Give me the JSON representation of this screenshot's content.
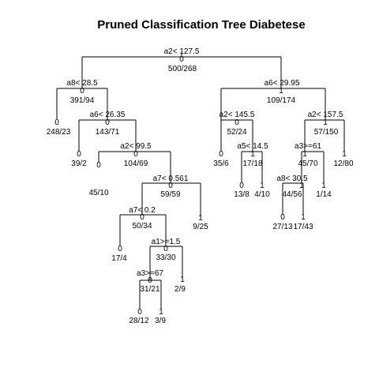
{
  "title": "Pruned Classification Tree Diabetese",
  "nodes": {
    "root": {
      "split": "a2< 127.5",
      "class": "0",
      "counts": "500/268"
    },
    "n1": {
      "split": "a8< 28.5",
      "class": "0",
      "counts": "391/94"
    },
    "n1L": {
      "class": "0",
      "counts": "248/23"
    },
    "n12": {
      "split": "a6< 26.35",
      "class": "0",
      "counts": "143/71"
    },
    "n12L": {
      "class": "0",
      "counts": "39/2"
    },
    "n122": {
      "split": "a2< 99.5",
      "class": "0",
      "counts": "104/69"
    },
    "n122L": {
      "class": "0",
      "counts": "45/10"
    },
    "n1222": {
      "split": "a7< 0.561",
      "class": "0",
      "counts": "59/59"
    },
    "n1222R": {
      "class": "1",
      "counts": "9/25"
    },
    "n12221": {
      "split": "a7< 0.2",
      "class": "0",
      "counts": "50/34"
    },
    "n12221L": {
      "class": "0",
      "counts": "17/4"
    },
    "n122212": {
      "split": "a1>=1.5",
      "class": "0",
      "counts": "33/30"
    },
    "n122212R": {
      "class": "1",
      "counts": "2/9"
    },
    "n1222121": {
      "split": "a3>=67",
      "class": "0",
      "counts": "31/21"
    },
    "n1222121L": {
      "class": "0",
      "counts": "28/12"
    },
    "n1222121R": {
      "class": "1",
      "counts": "3/9"
    },
    "n2": {
      "split": "a6< 29.95",
      "class": "1",
      "counts": "109/174"
    },
    "n21": {
      "split": "a2< 145.5",
      "class": "0",
      "counts": "52/24"
    },
    "n21L": {
      "class": "0",
      "counts": "35/6"
    },
    "n212": {
      "split": "a5< 14.5",
      "class": "1",
      "counts": "17/18"
    },
    "n212L": {
      "class": "0",
      "counts": "13/8"
    },
    "n212R": {
      "class": "1",
      "counts": "4/10"
    },
    "n22": {
      "split": "a2< 157.5",
      "class": "1",
      "counts": "57/150"
    },
    "n221": {
      "split": "a3>=61",
      "class": "1",
      "counts": "45/70"
    },
    "n2211": {
      "split": "a8< 30.5",
      "class": "1",
      "counts": "44/56"
    },
    "n2211L": {
      "class": "0",
      "counts": "27/13"
    },
    "n2211R": {
      "class": "1",
      "counts": "17/43"
    },
    "n221R": {
      "class": "1",
      "counts": "1/14"
    },
    "n22R": {
      "class": "1",
      "counts": "12/80"
    }
  }
}
